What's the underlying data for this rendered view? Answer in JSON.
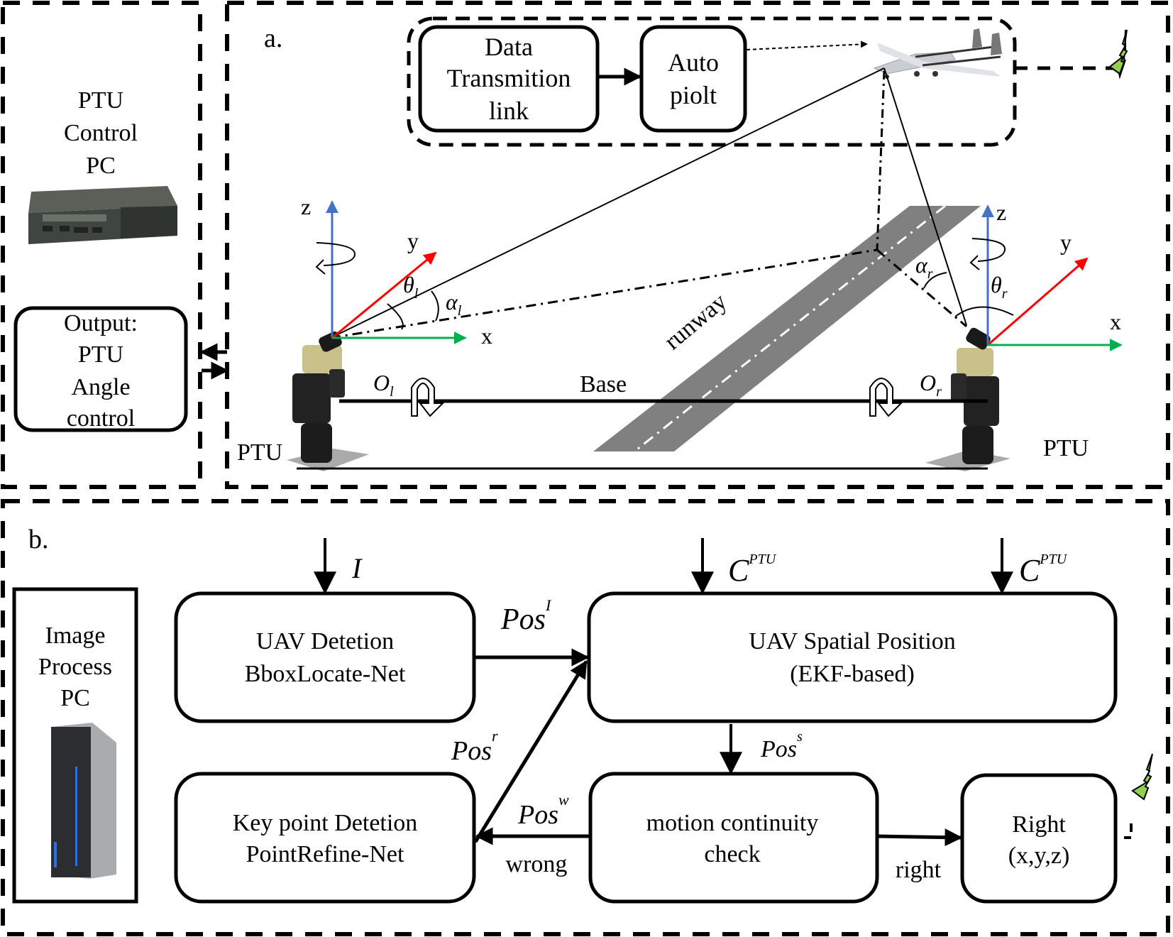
{
  "panel_a": {
    "label": "a.",
    "ptu_control_pc": {
      "line1": "PTU",
      "line2": "Control",
      "line3": "PC"
    },
    "output_box": {
      "line1": "Output:",
      "line2": "PTU",
      "line3": "Angle",
      "line4": "control"
    },
    "data_link_box": {
      "line1": "Data",
      "line2": "Transmition",
      "line3": "link"
    },
    "autopilot_box": {
      "line1": "Auto",
      "line2": "piolt"
    },
    "left_axes": {
      "z": "z",
      "y": "y",
      "x": "x",
      "theta": "θ",
      "theta_sub": "l",
      "alpha": "α",
      "alpha_sub": "l",
      "origin": "O",
      "origin_sub": "l"
    },
    "right_axes": {
      "z": "z",
      "y": "y",
      "x": "x",
      "theta": "θ",
      "theta_sub": "r",
      "alpha": "α",
      "alpha_sub": "r",
      "origin": "O",
      "origin_sub": "r"
    },
    "runway_label": "runway",
    "base_label": "Base",
    "left_ptu_label": "PTU",
    "right_ptu_label": "PTU",
    "colors": {
      "z_axis": "#4472c4",
      "y_axis": "#ff0000",
      "x_axis": "#00b050",
      "runway": "#808080",
      "signal": "#92d050"
    }
  },
  "panel_b": {
    "label": "b.",
    "image_process_pc": {
      "line1": "Image",
      "line2": "Process",
      "line3": "PC"
    },
    "input_I": "I",
    "input_c1": {
      "base": "C",
      "sup": "PTU"
    },
    "input_c2": {
      "base": "C",
      "sup": "PTU"
    },
    "uav_detection_box": {
      "line1": "UAV Detetion",
      "line2": "BboxLocate-Net"
    },
    "spatial_position_box": {
      "line1": "UAV Spatial Position",
      "line2": "(EKF-based)"
    },
    "keypoint_box": {
      "line1": "Key point Detetion",
      "line2": "PointRefine-Net"
    },
    "motion_check_box": {
      "line1": "motion continuity",
      "line2": "check"
    },
    "right_box": {
      "line1": "Right",
      "line2": "(x,y,z)"
    },
    "pos_I": {
      "base": "Pos",
      "sup": "I"
    },
    "pos_r": {
      "base": "Pos",
      "sup": "r"
    },
    "pos_s": {
      "base": "Pos",
      "sup": "s"
    },
    "pos_w": {
      "base": "Pos",
      "sup": "w"
    },
    "wrong_label": "wrong",
    "right_label": "right"
  }
}
